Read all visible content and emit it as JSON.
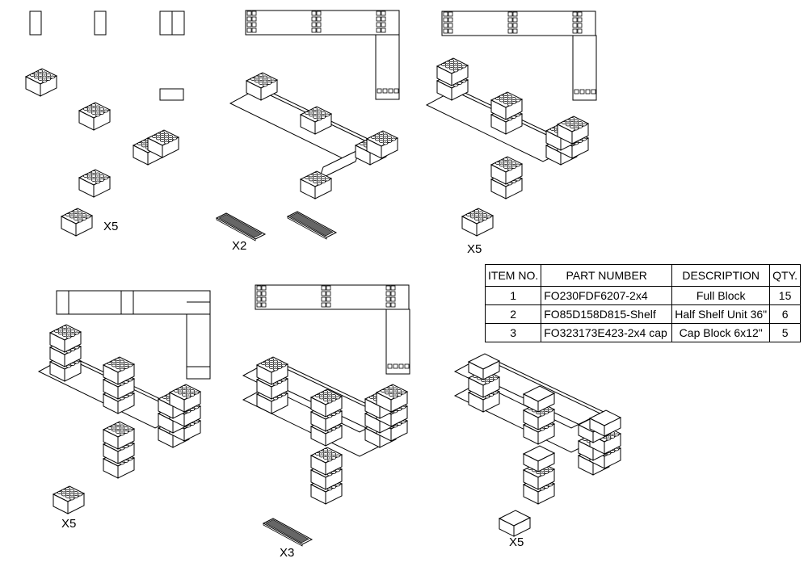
{
  "quantity_labels": {
    "step1_x5": "X5",
    "step2_x2": "X2",
    "step3_x5": "X5",
    "step4_x5": "X5",
    "step5_x3": "X3",
    "step6_x5": "X5"
  },
  "bom": {
    "headers": {
      "item": "ITEM NO.",
      "part": "PART NUMBER",
      "desc": "DESCRIPTION",
      "qty": "QTY."
    },
    "rows": [
      {
        "item": "1",
        "part": "FO230FDF6207-2x4",
        "desc": "Full Block",
        "qty": "15"
      },
      {
        "item": "2",
        "part": "FO85D158D815-Shelf",
        "desc": "Half Shelf Unit 36\"",
        "qty": "6"
      },
      {
        "item": "3",
        "part": "FO323173E423-2x4 cap",
        "desc": "Cap Block 6x12\"",
        "qty": "5"
      }
    ]
  }
}
